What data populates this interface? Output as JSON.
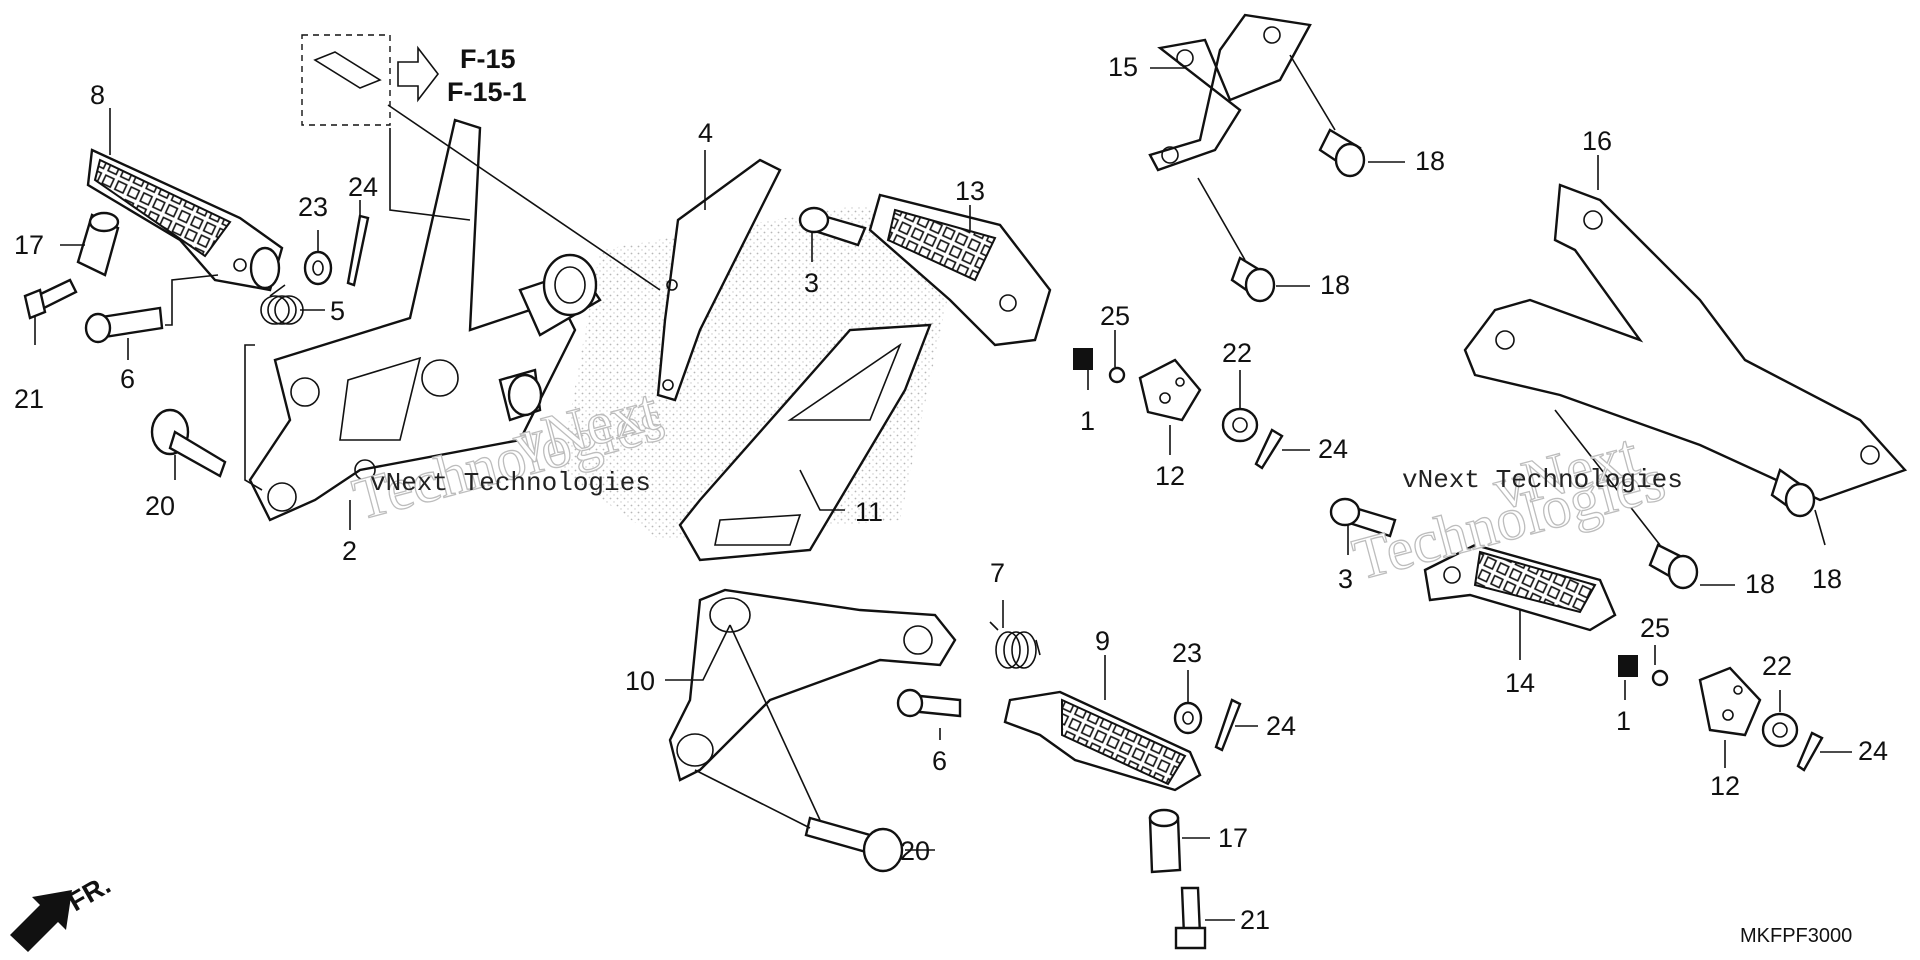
{
  "references": [
    "F-15",
    "F-15-1"
  ],
  "drawing_code": "MKFPF3000",
  "front_indicator": "FR.",
  "watermarks": [
    "vNext Technologies",
    "vNext",
    "Technologies"
  ],
  "part_labels": {
    "p1a": "1",
    "p1b": "1",
    "p2": "2",
    "p3a": "3",
    "p3b": "3",
    "p4": "4",
    "p5": "5",
    "p6a": "6",
    "p6b": "6",
    "p7": "7",
    "p8": "8",
    "p9": "9",
    "p10": "10",
    "p11": "11",
    "p12a": "12",
    "p12b": "12",
    "p13": "13",
    "p14": "14",
    "p15": "15",
    "p16": "16",
    "p17a": "17",
    "p17b": "17",
    "p18a": "18",
    "p18b": "18",
    "p18c": "18",
    "p18d": "18",
    "p20a": "20",
    "p20b": "20",
    "p21a": "21",
    "p21b": "21",
    "p22a": "22",
    "p22b": "22",
    "p23a": "23",
    "p23b": "23",
    "p24a": "24",
    "p24b": "24",
    "p24c": "24",
    "p24d": "24",
    "p25a": "25",
    "p25b": "25"
  }
}
